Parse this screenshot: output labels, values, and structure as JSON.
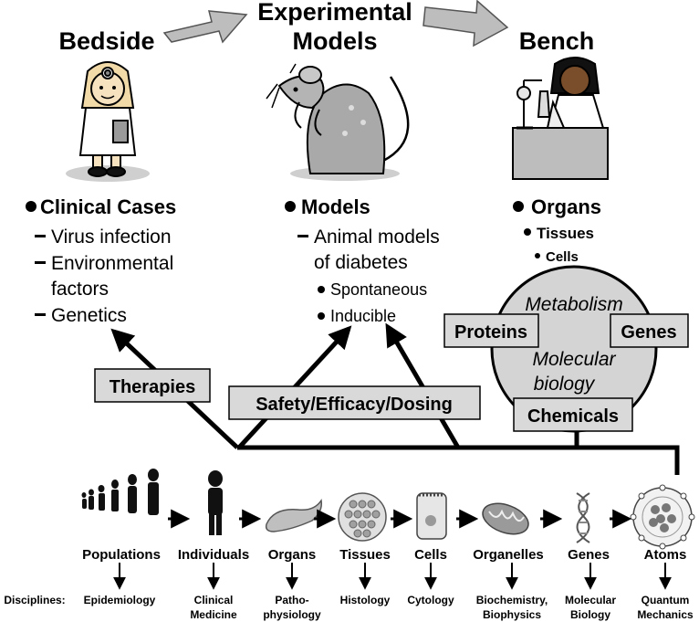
{
  "header": {
    "bedside": "Bedside",
    "experimental_models_line1": "Experimental",
    "experimental_models_line2": "Models",
    "bench": "Bench"
  },
  "bedside_list": {
    "heading": "Clinical Cases",
    "items": [
      "Virus infection",
      "Environmental",
      "factors",
      "Genetics"
    ]
  },
  "models_list": {
    "heading": "Models",
    "item1_line1": "Animal models",
    "item1_line2": "of diabetes",
    "sub_items": [
      "Spontaneous",
      "Inducible"
    ]
  },
  "bench_list": {
    "heading": "Organs",
    "sub1": "Tissues",
    "sub2": "Cells"
  },
  "circle": {
    "metabolism": "Metabolism",
    "molecular_line1": "Molecular",
    "molecular_line2": "biology",
    "proteins": "Proteins",
    "genes": "Genes",
    "chemicals": "Chemicals"
  },
  "boxes": {
    "therapies": "Therapies",
    "safety": "Safety/Efficacy/Dosing"
  },
  "scale": {
    "labels": [
      "Populations",
      "Individuals",
      "Organs",
      "Tissues",
      "Cells",
      "Organelles",
      "Genes",
      "Atoms"
    ]
  },
  "disciplines": {
    "label": "Disciplines:",
    "items": [
      [
        "Epidemiology"
      ],
      [
        "Clinical",
        "Medicine"
      ],
      [
        "Patho-",
        "physiology"
      ],
      [
        "Histology"
      ],
      [
        "Cytology"
      ],
      [
        "Biochemistry,",
        "Biophysics"
      ],
      [
        "Molecular",
        "Biology"
      ],
      [
        "Quantum",
        "Mechanics"
      ]
    ]
  },
  "colors": {
    "box_fill": "#d9d9d9",
    "circle_fill": "#d4d4d4",
    "arrow_fill": "#bdbdbd"
  }
}
